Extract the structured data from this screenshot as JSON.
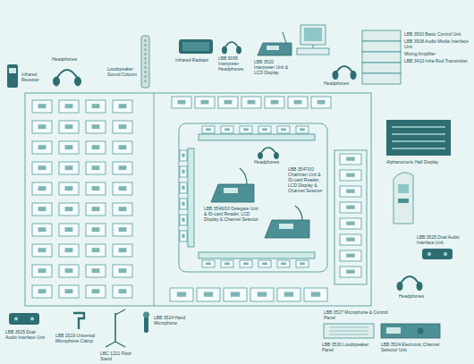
{
  "diagram": {
    "labels": [
      "Infrared Receiver",
      "Headphones",
      "Loudspeaker Sound Column",
      "Infrared Radiator",
      "LBB 9095 Interpreter Headphones",
      "LBB 3520 Interpreter Unit & LCD Display",
      "Headphones",
      "LBB 3500 Basic Control Unit",
      "LBB 3508 Audio Media Interface Unit",
      "Mixing Amplifier",
      "LBB 3410 Infra-Red Transmitter",
      "Alphanumeric Hall Display",
      "LBB 3546/00 Delegate Unit & ID-card Reader, LCD Display & Channel Selector",
      "Headphones",
      "LBB 3547/00 Chairman Unit & ID-card Reader, LCD Display & Channel Selector",
      "LBB 3525 Dual Audio Interface Unit",
      "LBB 3527 Microphone & Control Panel",
      "Headphones",
      "LBB 3530 Loudspeaker Panel",
      "LBB 3524 Electronic Channel Selector Unit",
      "LBB 3525 Dual Audio Interface Unit",
      "LBB 1519 Universal Microphone Clamp",
      "LBB 3524 Hand Microphone",
      "LBC 1221 Floor Stand"
    ]
  }
}
